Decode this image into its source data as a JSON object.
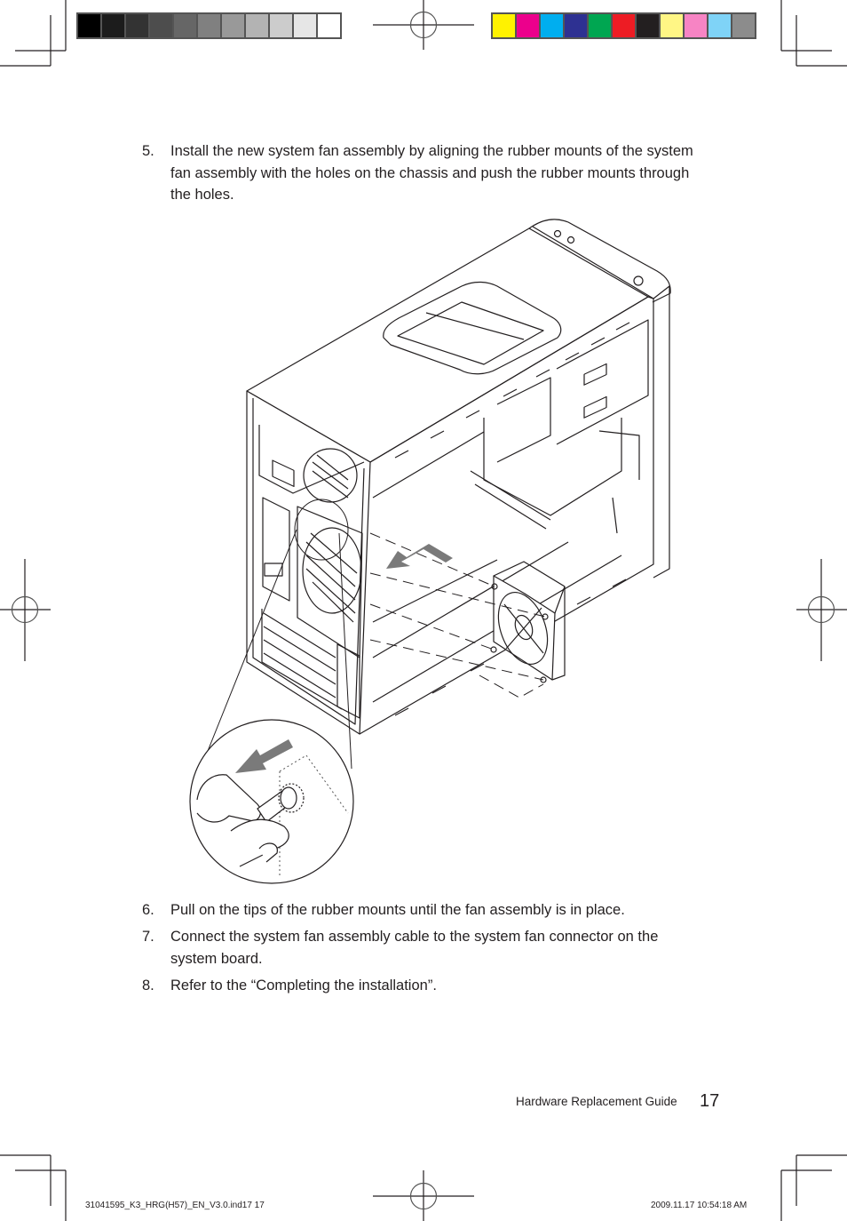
{
  "print_marks": {
    "grayscale_swatches": [
      "#000000",
      "#1c1c1c",
      "#333333",
      "#4d4d4d",
      "#666666",
      "#808080",
      "#999999",
      "#b3b3b3",
      "#cccccc",
      "#e6e6e6",
      "#ffffff"
    ],
    "color_swatches": [
      "#fff200",
      "#ec008c",
      "#00aeef",
      "#2e3192",
      "#00a651",
      "#ed1c24",
      "#231f20",
      "#fff685",
      "#f784c4",
      "#7fd3f7",
      "#8c8c8c"
    ]
  },
  "steps": [
    {
      "number": "5.",
      "text": "Install the new system fan assembly by aligning the rubber mounts of the system fan assembly with the holes on the chassis and push the rubber mounts through the holes."
    },
    {
      "number": "6.",
      "text": "Pull on the tips of the rubber mounts until the fan assembly is in place."
    },
    {
      "number": "7.",
      "text": "Connect the system fan assembly cable to the system fan connector on the system board."
    },
    {
      "number": "8.",
      "text": "Refer to the “Completing the installation”."
    }
  ],
  "figure": {
    "description": "Exploded view of desktop chassis showing system fan assembly being installed with rubber mounts; inset shows pulling rubber mount tip",
    "arrow_color": "#7a7a7a"
  },
  "footer": {
    "guide_title": "Hardware Replacement Guide",
    "page_number": "17"
  },
  "slug": {
    "file": "31041595_K3_HRG(H57)_EN_V3.0.ind17   17",
    "timestamp": "2009.11.17    10:54:18 AM"
  }
}
